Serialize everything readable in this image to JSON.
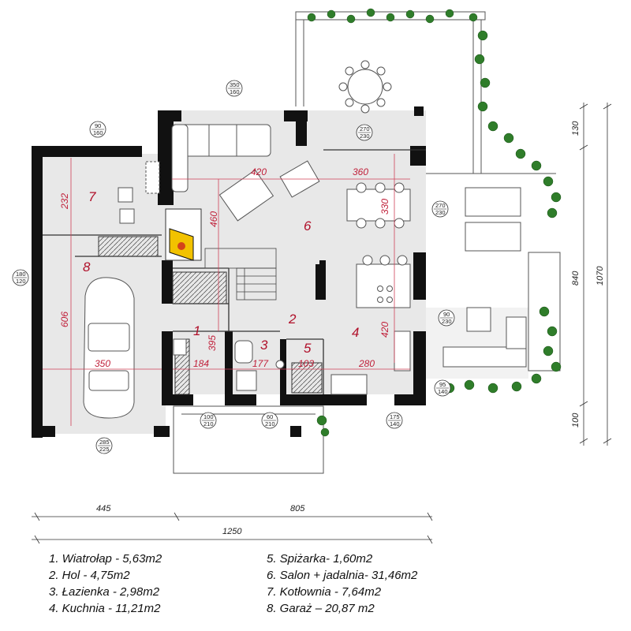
{
  "rooms": [
    {
      "num": "1",
      "name": "Wiatrołap",
      "area": "5,63m2"
    },
    {
      "num": "2",
      "name": "Hol",
      "area": "4,75m2"
    },
    {
      "num": "3",
      "name": "Łazienka",
      "area": "2,98m2"
    },
    {
      "num": "4",
      "name": "Kuchnia",
      "area": "11,21m2"
    },
    {
      "num": "5",
      "name": "Spiżarka",
      "area": "1,60m2"
    },
    {
      "num": "6",
      "name": "Salon + jadalnia",
      "area": "31,46m2"
    },
    {
      "num": "7",
      "name": "Kotłownia",
      "area": "7,64m2"
    },
    {
      "num": "8",
      "name": "Garaż",
      "area": "20,87 m2"
    }
  ],
  "legend": [
    "1. Wiatrołap - 5,63m2",
    "2. Hol - 4,75m2",
    "3. Łazienka - 2,98m2",
    "4. Kuchnia - 11,21m2",
    "5. Spiżarka- 1,60m2",
    "6. Salon + jadalnia- 31,46m2",
    "7. Kotłownia - 7,64m2",
    "8.  Garaż – 20,87 m2"
  ],
  "interior_dims": {
    "d420a": "420",
    "d360": "360",
    "d330": "330",
    "d460": "460",
    "d232": "232",
    "d606": "606",
    "d350": "350",
    "d184": "184",
    "d395": "395",
    "d177": "177",
    "d103": "103",
    "d280": "280",
    "d420b": "420"
  },
  "outer_dims": {
    "d445": "445",
    "d805": "805",
    "d1250": "1250",
    "d130": "130",
    "d840": "840",
    "d1070": "1070",
    "d100": "100"
  },
  "openings": [
    {
      "top": "350",
      "bottom": "160"
    },
    {
      "top": "90",
      "bottom": "160"
    },
    {
      "top": "270",
      "bottom": "230"
    },
    {
      "top": "270",
      "bottom": "230"
    },
    {
      "top": "180",
      "bottom": "120"
    },
    {
      "top": "90",
      "bottom": "230"
    },
    {
      "top": "95",
      "bottom": "140"
    },
    {
      "top": "100",
      "bottom": "210"
    },
    {
      "top": "60",
      "bottom": "210"
    },
    {
      "top": "175",
      "bottom": "140"
    },
    {
      "top": "285",
      "bottom": "225"
    }
  ]
}
